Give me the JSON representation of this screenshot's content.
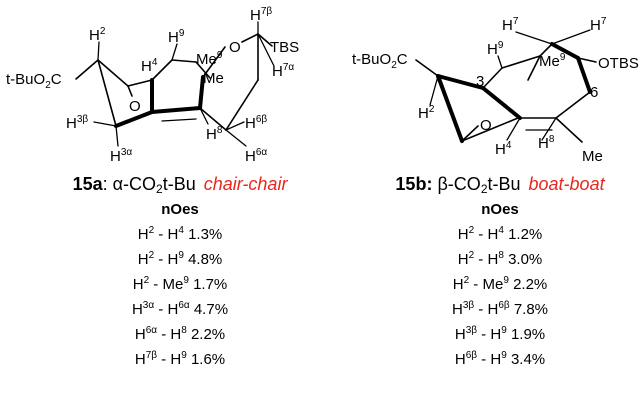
{
  "left": {
    "caption": {
      "compound": "15a",
      "stereo": "α-CO",
      "sub": "2",
      "ester": "t-Bu",
      "conformation": "chair-chair"
    },
    "heading": "nOes",
    "noes": [
      {
        "a": "H",
        "as": "2",
        "b": "H",
        "bs": "4",
        "value": "1.3%"
      },
      {
        "a": "H",
        "as": "2",
        "b": "H",
        "bs": "9",
        "value": "4.8%"
      },
      {
        "a": "H",
        "as": "2",
        "b": "Me",
        "bs": "9",
        "value": "1.7%"
      },
      {
        "a": "H",
        "as": "3α",
        "b": "H",
        "bs": "6α",
        "value": "4.7%"
      },
      {
        "a": "H",
        "as": "6α",
        "b": "H",
        "bs": "8",
        "value": "2.2%"
      },
      {
        "a": "H",
        "as": "7β",
        "b": "H",
        "bs": "9",
        "value": "1.6%"
      }
    ],
    "labels": {
      "ester": "t-BuO",
      "ester_sub": "2",
      "ester_c": "C",
      "h2": "H",
      "h2s": "2",
      "h4": "H",
      "h4s": "4",
      "h9": "H",
      "h9s": "9",
      "me9": "Me",
      "me9s": "9",
      "o_ring": "O",
      "tbs": "TBS",
      "h7b": "H",
      "h7bs": "7β",
      "h7a": "H",
      "h7as": "7α",
      "o_ketone": "O",
      "me": "Me",
      "h3b": "H",
      "h3bs": "3β",
      "h3a": "H",
      "h3as": "3α",
      "h8": "H",
      "h8s": "8",
      "h6b": "H",
      "h6bs": "6β",
      "h6a": "H",
      "h6as": "6α"
    }
  },
  "right": {
    "caption": {
      "compound": "15b:",
      "stereo": "β-CO",
      "sub": "2",
      "ester": "t-Bu",
      "conformation": "boat-boat"
    },
    "heading": "nOes",
    "noes": [
      {
        "a": "H",
        "as": "2",
        "b": "H",
        "bs": "4",
        "value": "1.2%"
      },
      {
        "a": "H",
        "as": "2",
        "b": "H",
        "bs": "8",
        "value": "3.0%"
      },
      {
        "a": "H",
        "as": "2",
        "b": "Me",
        "bs": "9",
        "value": "2.2%"
      },
      {
        "a": "H",
        "as": "3β",
        "b": "H",
        "bs": "6β",
        "value": "7.8%"
      },
      {
        "a": "H",
        "as": "3β",
        "b": "H",
        "bs": "9",
        "value": "1.9%"
      },
      {
        "a": "H",
        "as": "6β",
        "b": "H",
        "bs": "9",
        "value": "3.4%"
      }
    ],
    "labels": {
      "ester": "t-BuO",
      "ester_sub": "2",
      "ester_c": "C",
      "h7l": "H",
      "h7ls": "7",
      "h7r": "H",
      "h7rs": "7",
      "h9": "H",
      "h9s": "9",
      "me9": "Me",
      "me9s": "9",
      "otbs": "OTBS",
      "n3": "3",
      "n6": "6",
      "h2": "H",
      "h2s": "2",
      "o_ketone": "O",
      "h4": "H",
      "h4s": "4",
      "h8": "H",
      "h8s": "8",
      "me": "Me"
    }
  }
}
